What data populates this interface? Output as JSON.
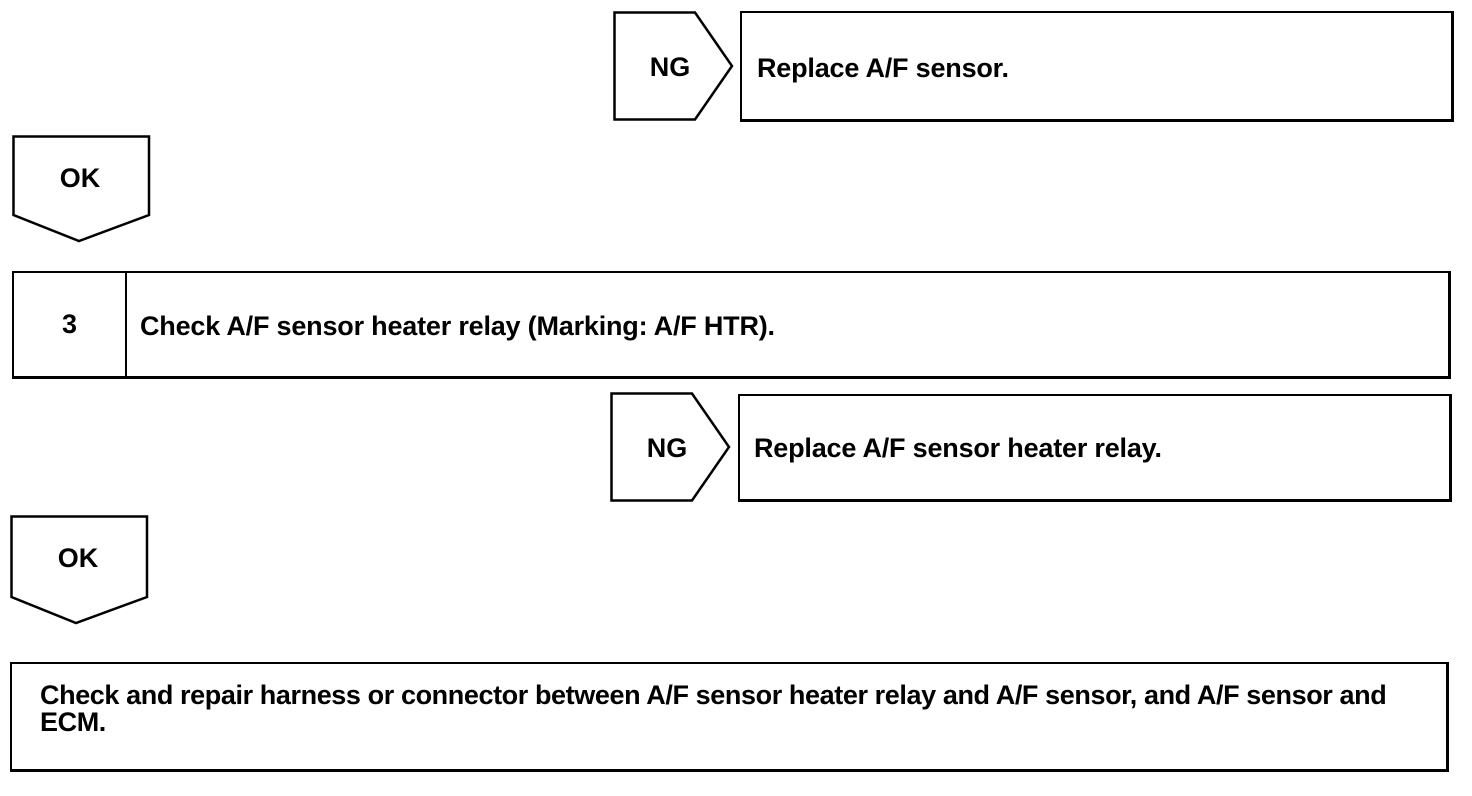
{
  "flow": {
    "ng1": {
      "label": "NG",
      "action": "Replace A/F sensor."
    },
    "ok1": {
      "label": "OK"
    },
    "step3": {
      "number": "3",
      "title": "Check A/F sensor heater relay (Marking: A/F HTR)."
    },
    "ng2": {
      "label": "NG",
      "action": "Replace A/F sensor heater relay."
    },
    "ok2": {
      "label": "OK"
    },
    "final": {
      "action": "Check and repair harness or connector between A/F sensor heater relay and A/F sensor, and A/F sensor and ECM."
    }
  },
  "colors": {
    "line": "#000000",
    "background": "#ffffff"
  }
}
